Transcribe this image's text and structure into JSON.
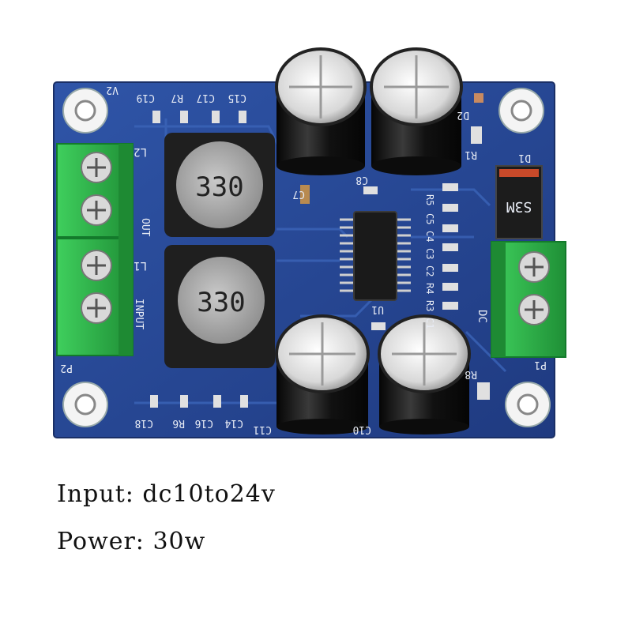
{
  "specs": {
    "input_line": "Input: dc10to24v",
    "power_line": "Power: 30w"
  },
  "board": {
    "inductor_marking": "330",
    "chip_marking": "U1",
    "connectors": {
      "left": "P2",
      "right": "P1",
      "input": "INPUT",
      "output": "OUT",
      "dc": "DC"
    },
    "inductors": [
      "L2",
      "L1"
    ],
    "caps_top": [
      "C19",
      "C17",
      "C15"
    ],
    "caps_bottom": [
      "C18",
      "C16",
      "C14"
    ],
    "resistors_top": [
      "R7"
    ],
    "resistors_bottom": [
      "R6"
    ],
    "misc": [
      "V2",
      "D2",
      "D1",
      "R1",
      "R8",
      "C8",
      "C11",
      "C10",
      "C7",
      "C2",
      "C3",
      "C4",
      "C5",
      "R3",
      "R4",
      "R5",
      "C1",
      "S3M"
    ]
  },
  "colors": {
    "pcb": "#27448f",
    "terminal": "#2fb24a",
    "inductor": "#1f1f1f",
    "capacitor": "#141414"
  }
}
